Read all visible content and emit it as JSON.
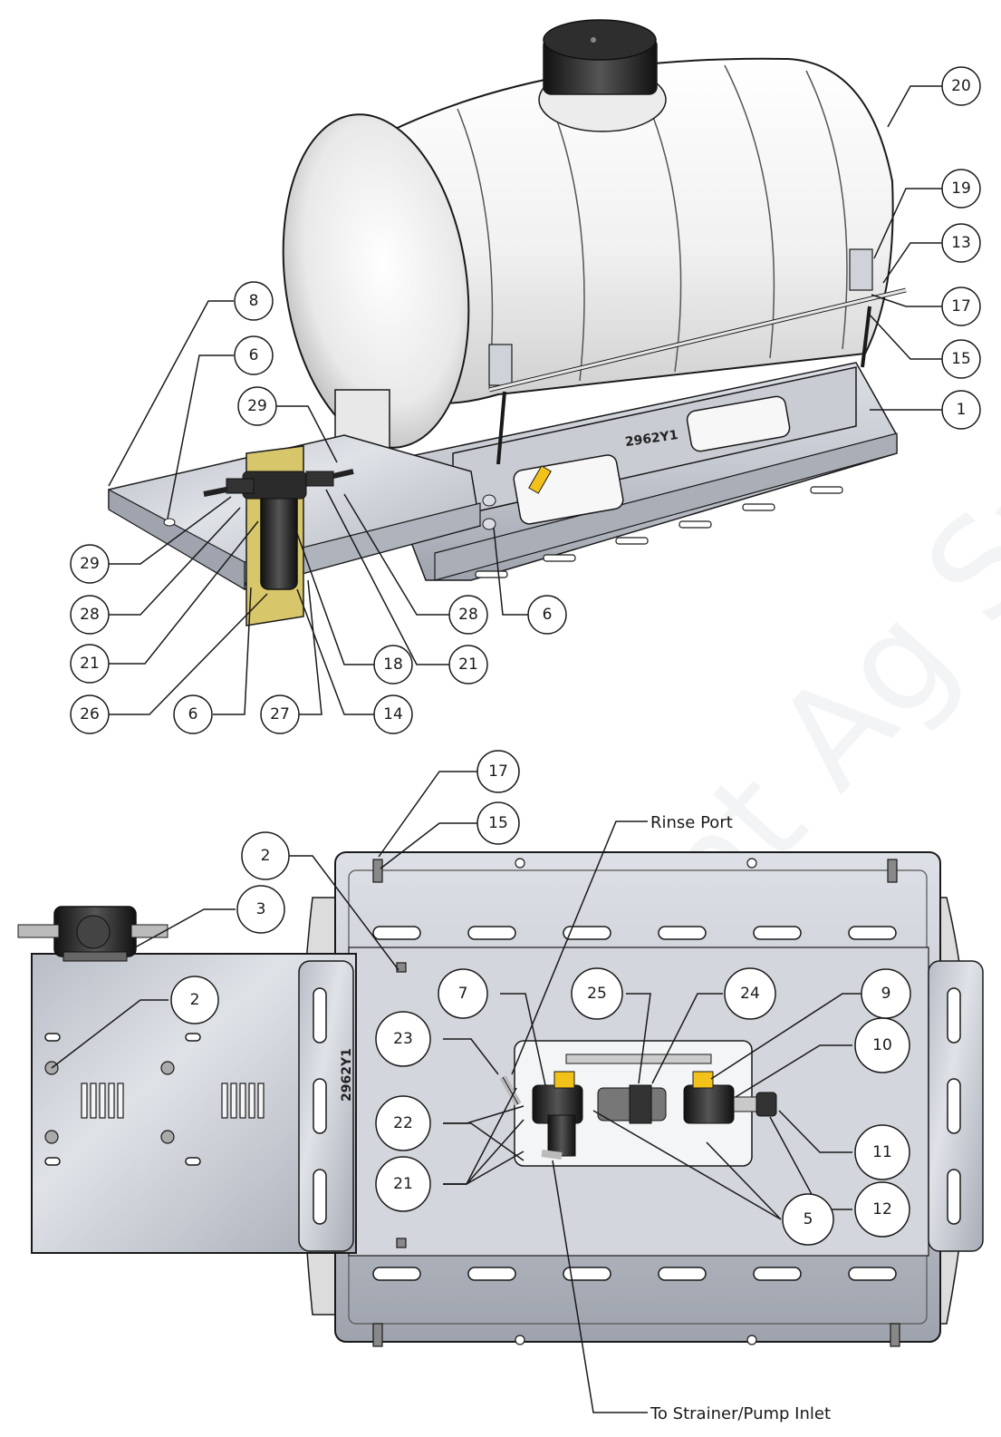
{
  "drawing": {
    "upper_view": {
      "balloons": [
        {
          "id": "b-20",
          "label": "20"
        },
        {
          "id": "b-19",
          "label": "19"
        },
        {
          "id": "b-13",
          "label": "13"
        },
        {
          "id": "b-17-top",
          "label": "17"
        },
        {
          "id": "b-15-top",
          "label": "15"
        },
        {
          "id": "b-1",
          "label": "1"
        },
        {
          "id": "b-8",
          "label": "8"
        },
        {
          "id": "b-6-a",
          "label": "6"
        },
        {
          "id": "b-29-a",
          "label": "29"
        },
        {
          "id": "b-29-b",
          "label": "29"
        },
        {
          "id": "b-28-a",
          "label": "28"
        },
        {
          "id": "b-21-a",
          "label": "21"
        },
        {
          "id": "b-26",
          "label": "26"
        },
        {
          "id": "b-6-b",
          "label": "6"
        },
        {
          "id": "b-27",
          "label": "27"
        },
        {
          "id": "b-14",
          "label": "14"
        },
        {
          "id": "b-18",
          "label": "18"
        },
        {
          "id": "b-21-b",
          "label": "21"
        },
        {
          "id": "b-28-b",
          "label": "28"
        },
        {
          "id": "b-6-c",
          "label": "6"
        }
      ],
      "stamp": "2962Y1"
    },
    "lower_view": {
      "balloons": [
        {
          "id": "b-17-bot",
          "label": "17"
        },
        {
          "id": "b-15-bot",
          "label": "15"
        },
        {
          "id": "b-2-a",
          "label": "2"
        },
        {
          "id": "b-3",
          "label": "3"
        },
        {
          "id": "b-2-b",
          "label": "2"
        },
        {
          "id": "b-7",
          "label": "7"
        },
        {
          "id": "b-25",
          "label": "25"
        },
        {
          "id": "b-24",
          "label": "24"
        },
        {
          "id": "b-9",
          "label": "9"
        },
        {
          "id": "b-10",
          "label": "10"
        },
        {
          "id": "b-23",
          "label": "23"
        },
        {
          "id": "b-22",
          "label": "22"
        },
        {
          "id": "b-21-c",
          "label": "21"
        },
        {
          "id": "b-5",
          "label": "5"
        },
        {
          "id": "b-11",
          "label": "11"
        },
        {
          "id": "b-12",
          "label": "12"
        }
      ],
      "callouts": {
        "rinse_port": "Rinse Port",
        "to_strainer": "To Strainer/Pump Inlet"
      },
      "stamp": "2962Y1"
    }
  },
  "colors": {
    "line": "#1a1a1a",
    "tank_fill": "#f4f4f4",
    "metal_fill": "#b9bec8",
    "valve_yellow": "#f2c21a",
    "gasket_yellow": "#d9c24a",
    "dark_part": "#2a2a2a"
  }
}
